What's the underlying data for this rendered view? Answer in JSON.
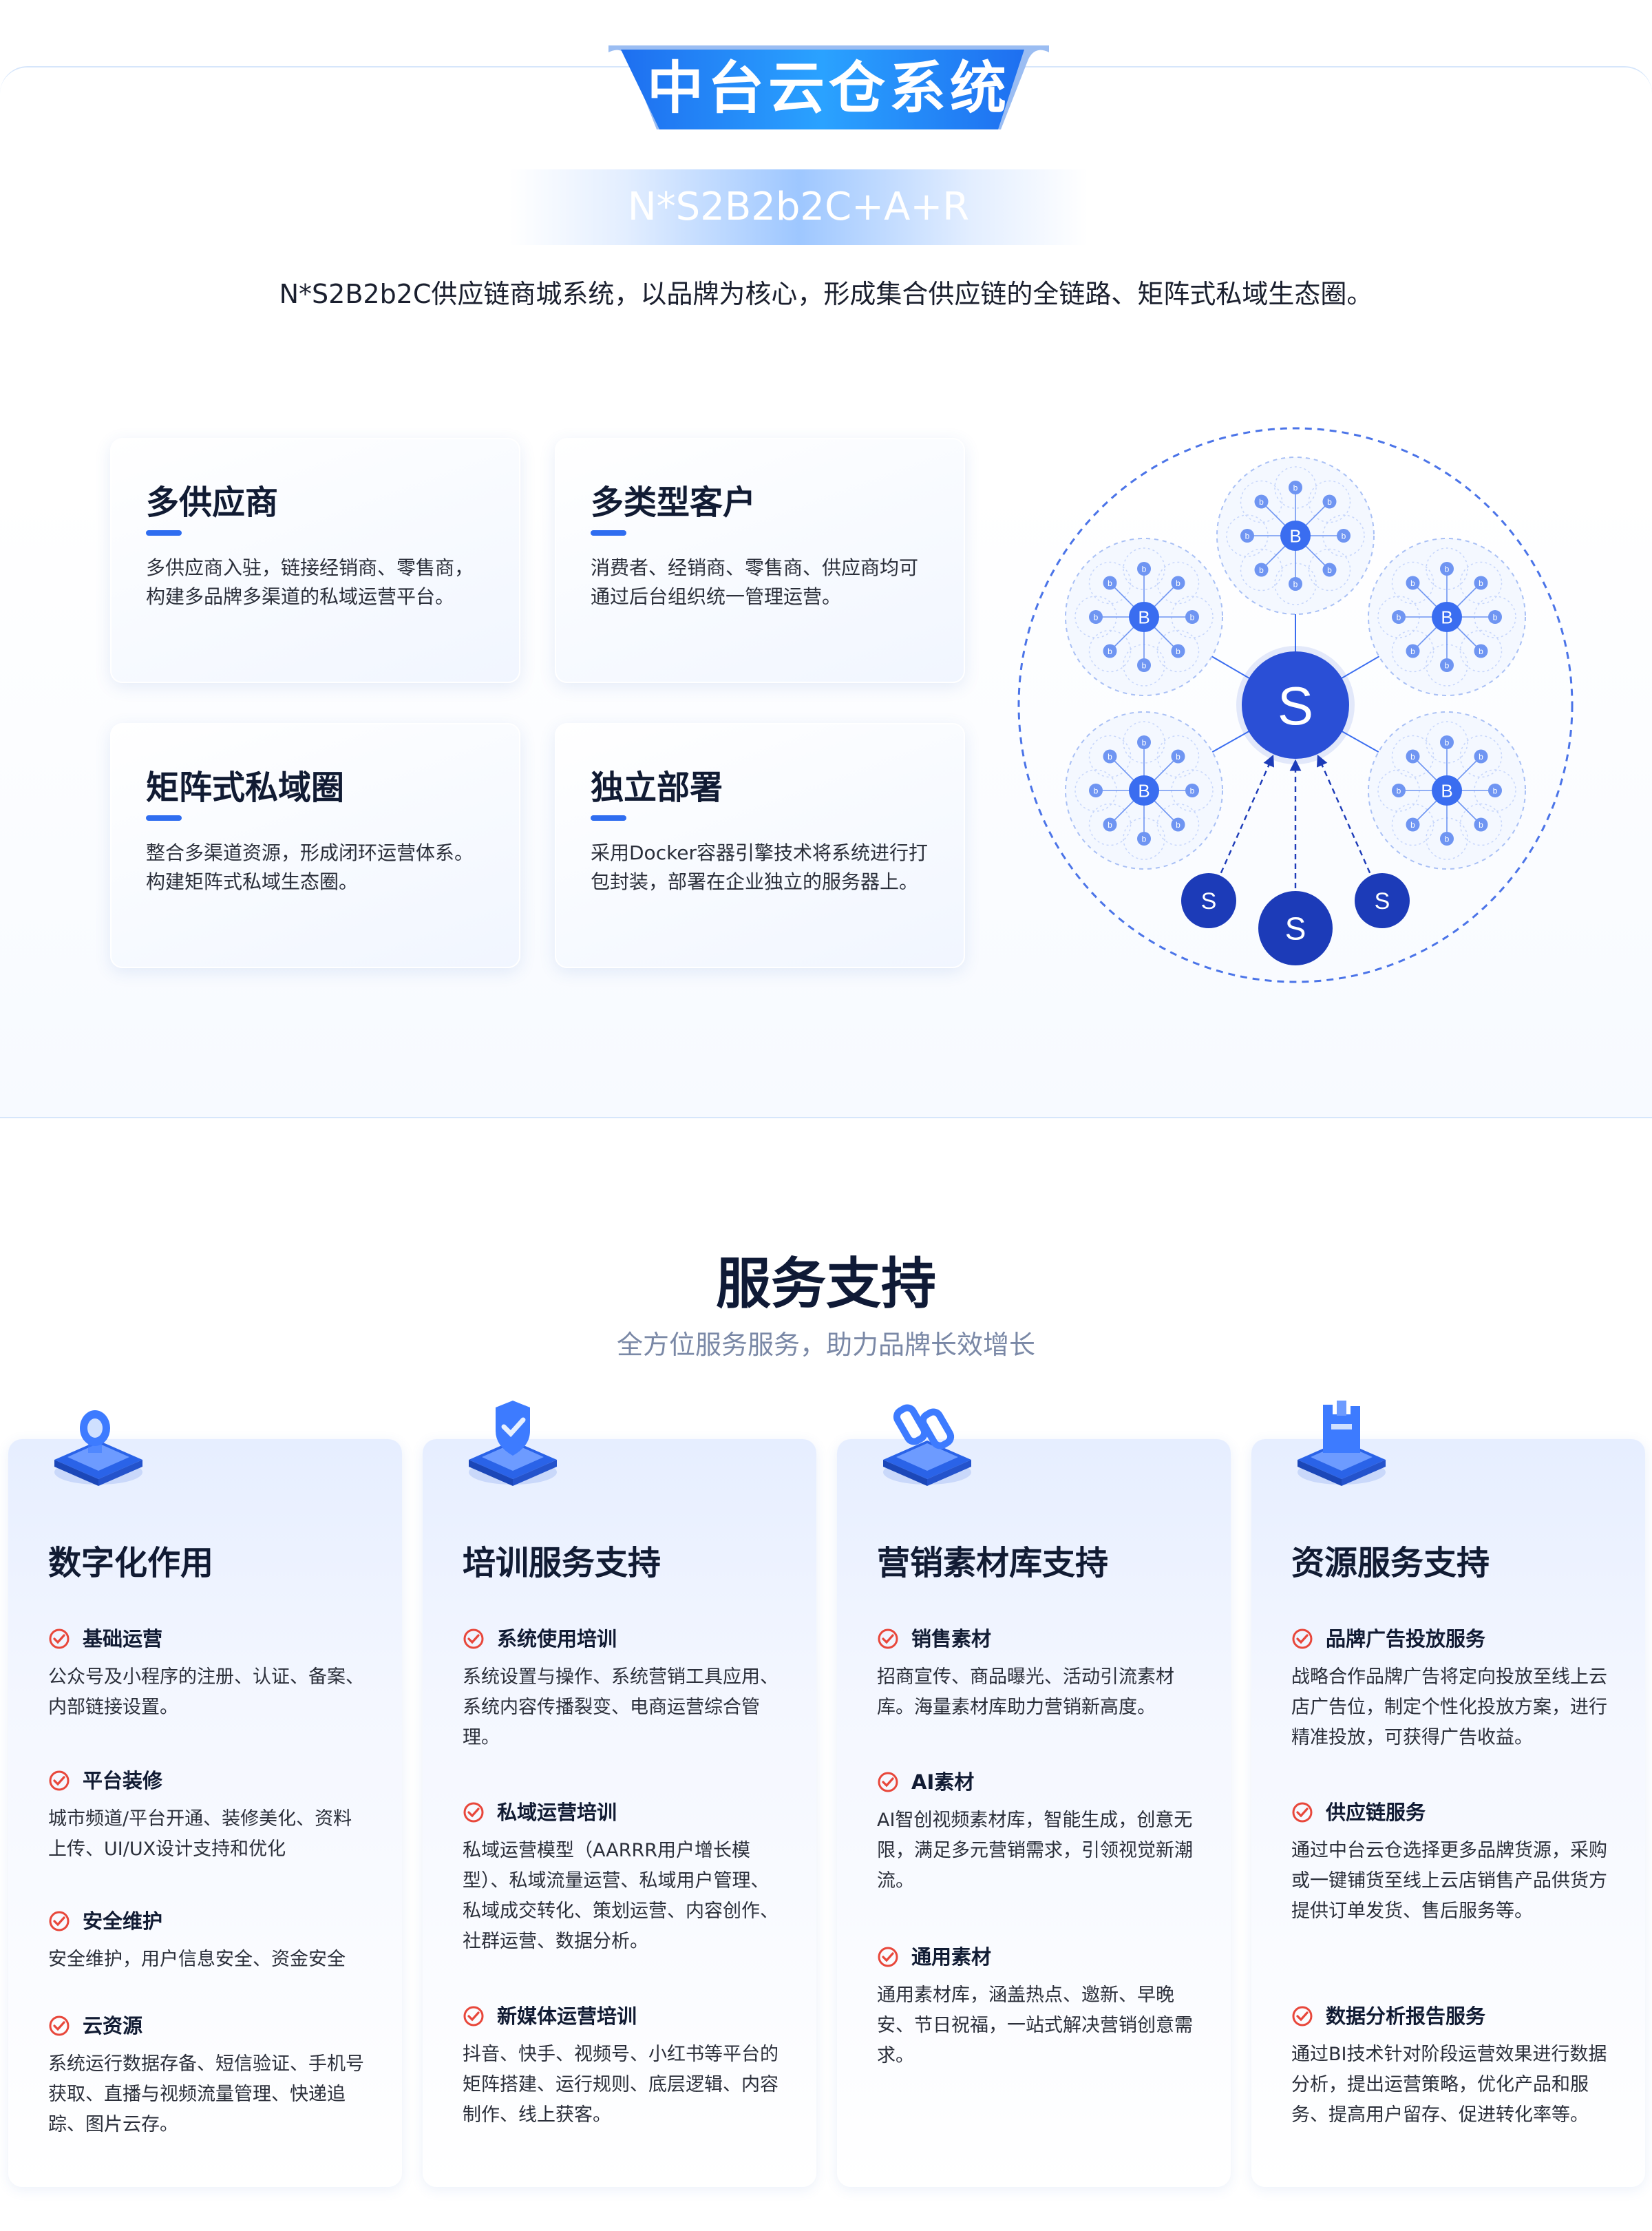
{
  "header": {
    "title": "中台云仓系统",
    "formula": "N*S2B2b2C+A+R",
    "intro": "N*S2B2b2C供应链商城系统，以品牌为核心，形成集合供应链的全链路、矩阵式私域生态圈。"
  },
  "features": [
    {
      "title": "多供应商",
      "desc": "多供应商入驻，链接经销商、零售商，构建多品牌多渠道的私域运营平台。"
    },
    {
      "title": "多类型客户",
      "desc": "消费者、经销商、零售商、供应商均可通过后台组织统一管理运营。"
    },
    {
      "title": "矩阵式私域圈",
      "desc": "整合多渠道资源，形成闭环运营体系。构建矩阵式私域生态圈。"
    },
    {
      "title": "独立部署",
      "desc": "采用Docker容器引擎技术将系统进行打包封装，部署在企业独立的服务器上。"
    }
  ],
  "network": {
    "center_label": "S",
    "branch_label": "B",
    "leaf_label": "b",
    "supplier_labels": [
      "S",
      "S",
      "S"
    ],
    "colors": {
      "primary": "#2a4fd6",
      "dark": "#1c3bb8",
      "branch": "#3a6df0",
      "leaf": "#6f95f2",
      "dashed": "#4b74e8"
    }
  },
  "services": {
    "title": "服务支持",
    "subtitle": "全方位服务服务，助力品牌长效增长",
    "cards": [
      {
        "title": "数字化作用",
        "icon": "cloud-platform-icon",
        "items": [
          {
            "title": "基础运营",
            "desc": "公众号及小程序的注册、认证、备案、内部链接设置。"
          },
          {
            "title": "平台装修",
            "desc": "城市频道/平台开通、装修美化、资料上传、UI/UX设计支持和优化"
          },
          {
            "title": "安全维护",
            "desc": "安全维护，用户信息安全、资金安全"
          },
          {
            "title": "云资源",
            "desc": "系统运行数据存备、短信验证、手机号获取、直播与视频流量管理、快递追踪、图片云存。"
          }
        ]
      },
      {
        "title": "培训服务支持",
        "icon": "shield-check-icon",
        "items": [
          {
            "title": "系统使用培训",
            "desc": "系统设置与操作、系统营销工具应用、系统内容传播裂变、电商运营综合管理。"
          },
          {
            "title": "私域运营培训",
            "desc": "私域运营模型（AARRR用户增长模型）、私域流量运营、私域用户管理、私域成交转化、策划运营、内容创作、社群运营、数据分析。"
          },
          {
            "title": "新媒体运营培训",
            "desc": "抖音、快手、视频号、小红书等平台的矩阵搭建、运行规则、底层逻辑、内容制作、线上获客。"
          }
        ]
      },
      {
        "title": "营销素材库支持",
        "icon": "link-icon",
        "items": [
          {
            "title": "销售素材",
            "desc": "招商宣传、商品曝光、活动引流素材库。海量素材库助力营销新高度。"
          },
          {
            "title": "AI素材",
            "desc": "AI智创视频素材库，智能生成，创意无限，满足多元营销需求，引领视觉新潮流。"
          },
          {
            "title": "通用素材",
            "desc": "通用素材库，涵盖热点、邀新、早晚安、节日祝福，一站式解决营销创意需求。"
          }
        ]
      },
      {
        "title": "资源服务支持",
        "icon": "building-blocks-icon",
        "items": [
          {
            "title": "品牌广告投放服务",
            "desc": "战略合作品牌广告将定向投放至线上云店广告位，制定个性化投放方案，进行精准投放，可获得广告收益。"
          },
          {
            "title": "供应链服务",
            "desc": "通过中台云仓选择更多品牌货源，采购或一键铺货至线上云店销售产品供货方提供订单发货、售后服务等。"
          },
          {
            "title": "数据分析报告服务",
            "desc": "通过BI技术针对阶段运营效果进行数据分析，提出运营策略，优化产品和服务、提高用户留存、促进转化率等。"
          }
        ]
      }
    ]
  }
}
